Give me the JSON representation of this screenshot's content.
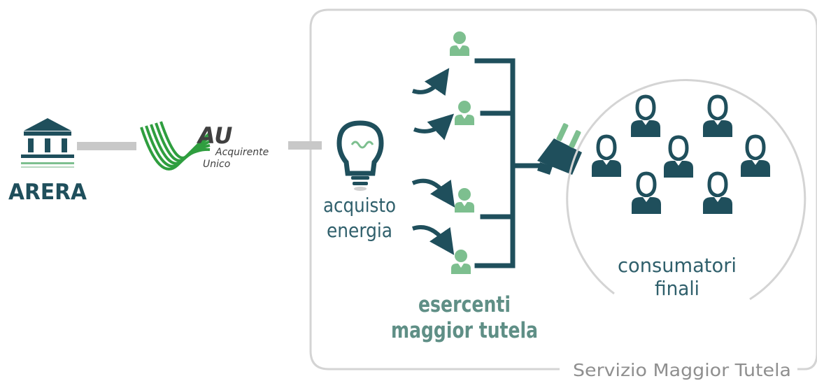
{
  "regulator": {
    "name": "ARERA",
    "icon": "government-building-icon"
  },
  "buyer": {
    "abbr": "AU",
    "name_line1": "Acquirente",
    "name_line2": "Unico",
    "brand_color": "#2f9e3f"
  },
  "purchase": {
    "label_line1": "acquisto",
    "label_line2": "energia",
    "icon": "lightbulb-icon"
  },
  "suppliers": {
    "label_line1": "esercenti",
    "label_line2": "maggior tutela",
    "icon": "person-icon"
  },
  "consumers": {
    "label_line1": "consumatori",
    "label_line2": "finali",
    "icon": "person-icon"
  },
  "service": {
    "label": "Servizio Maggior Tutela",
    "icon": "power-plug-icon"
  },
  "colors": {
    "dark_teal": "#1f4f5c",
    "light_green": "#7dbf8f",
    "connector_gray": "#c8c8c8",
    "frame_gray": "#d4d4d4",
    "label_teal": "#2f5f6b",
    "label_green_gray": "#5f8f86"
  }
}
